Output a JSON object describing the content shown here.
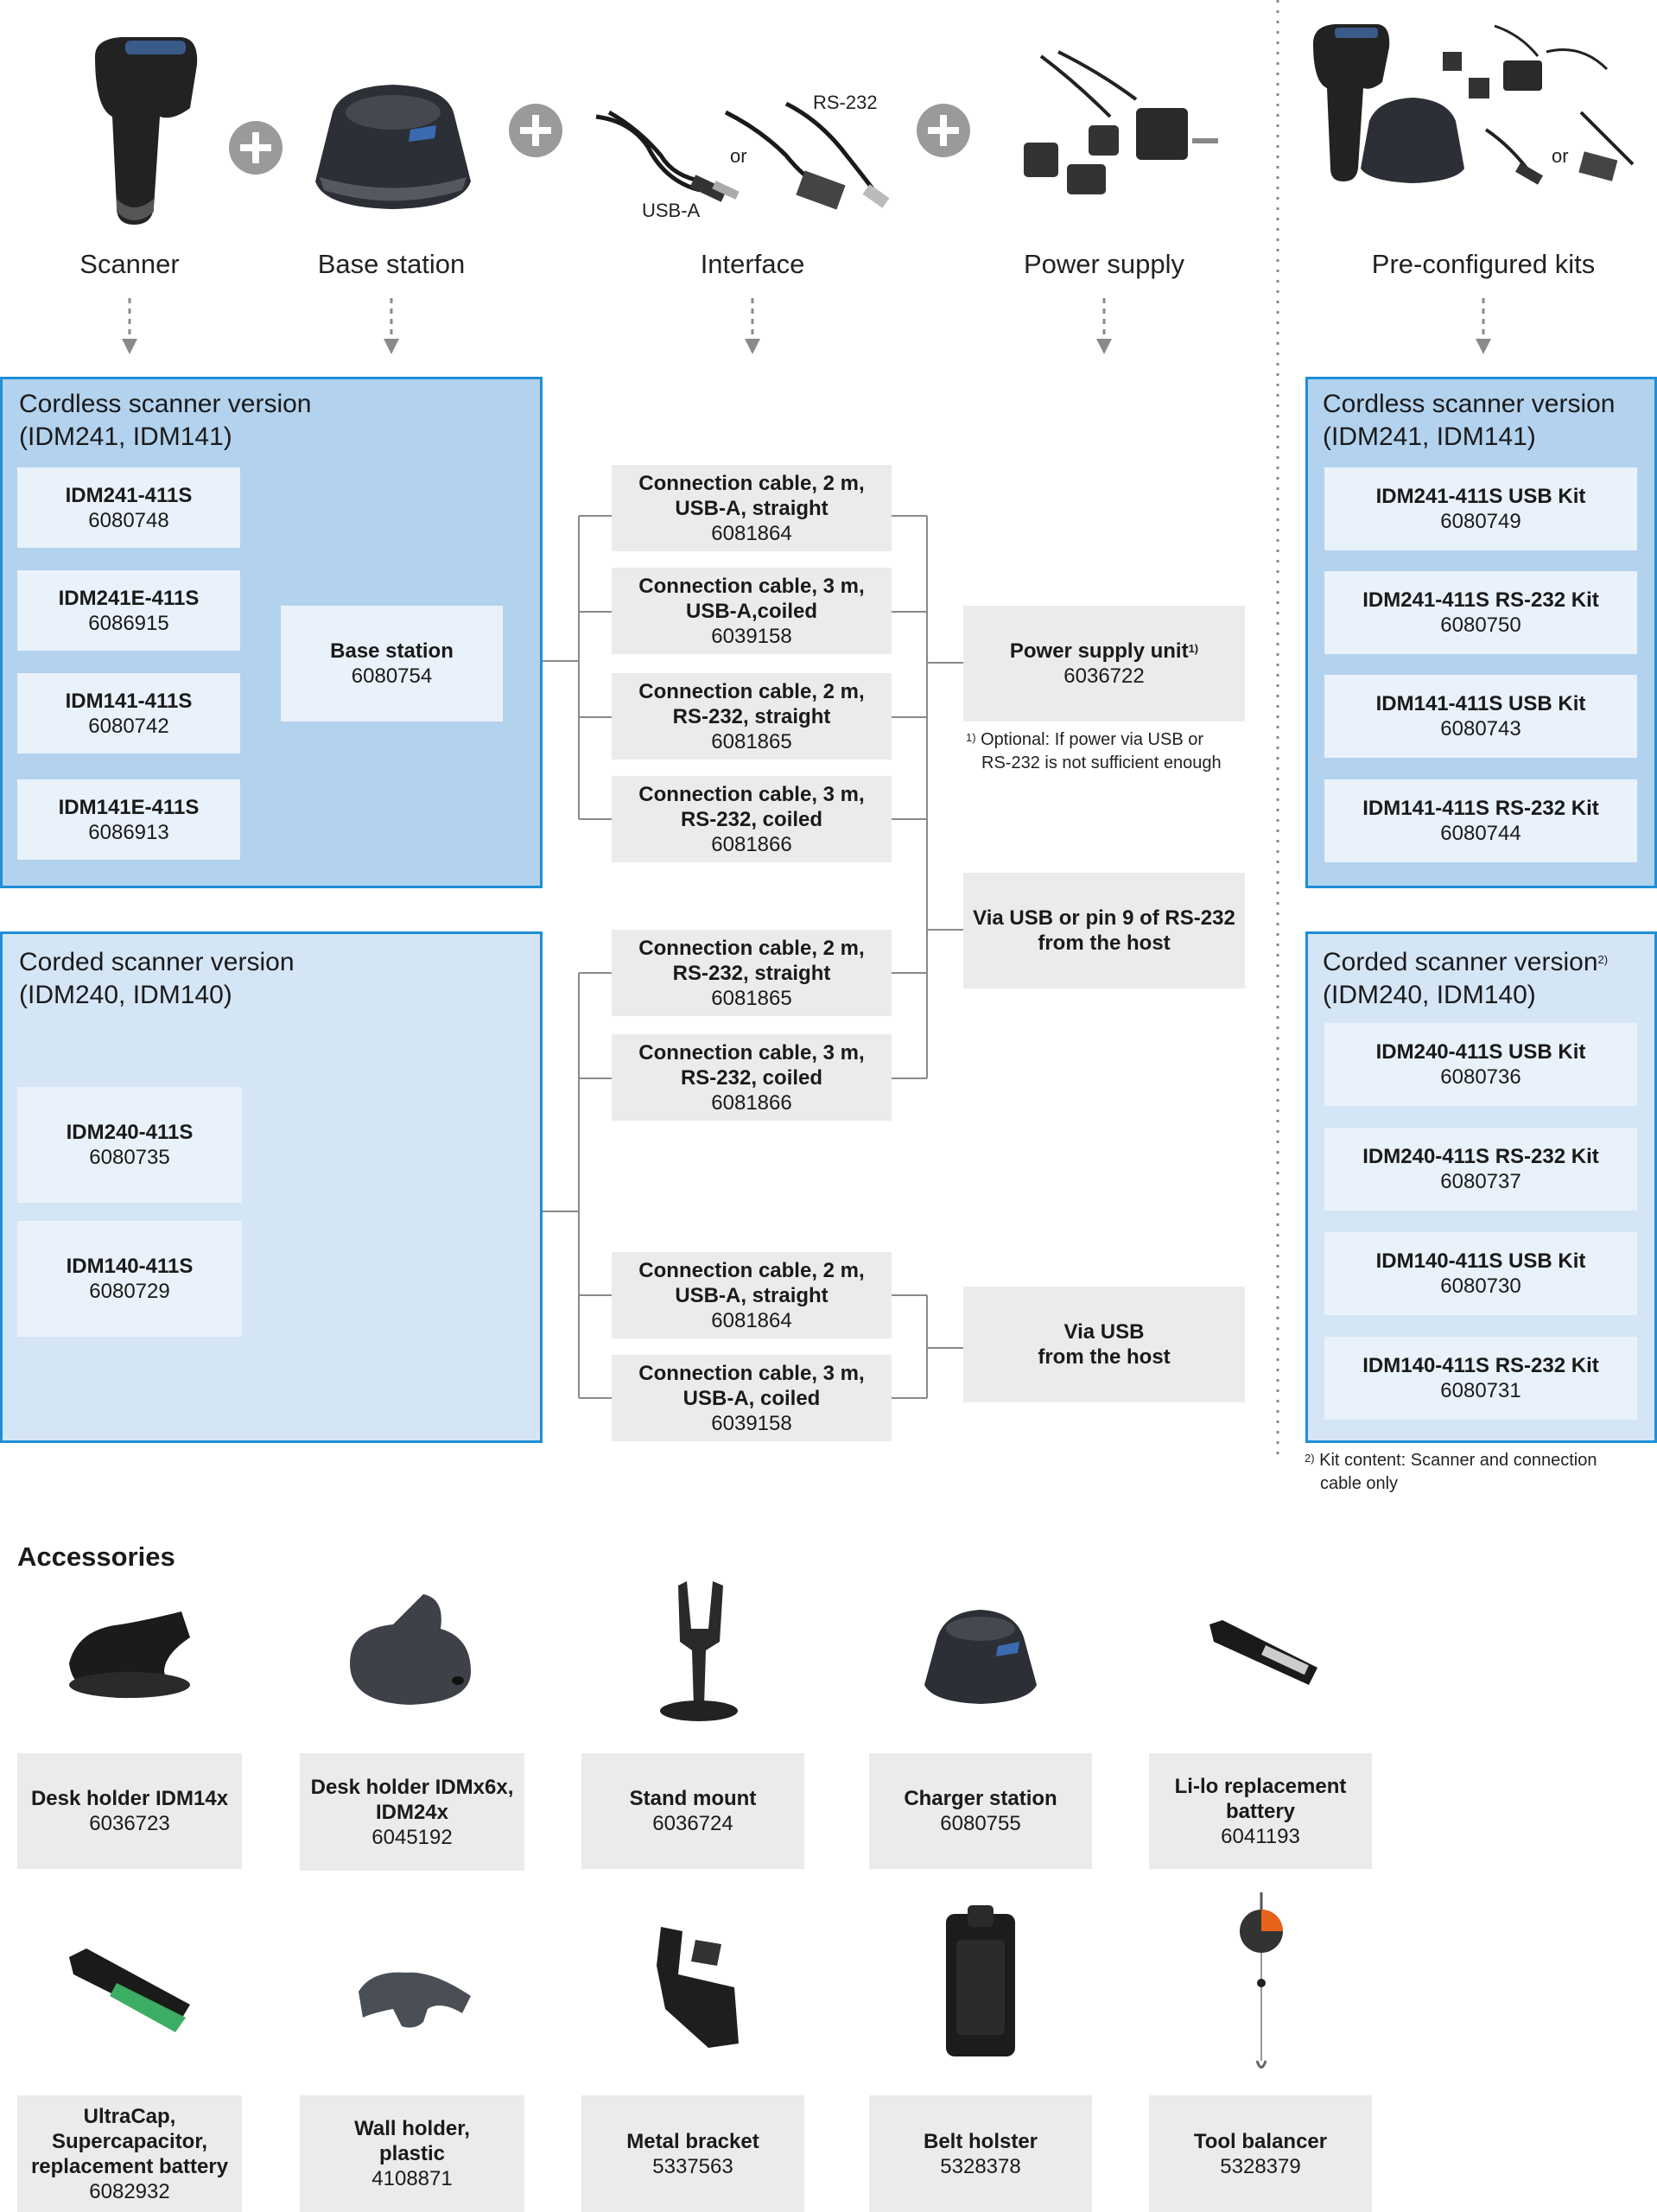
{
  "top_labels": {
    "scanner": "Scanner",
    "base_station": "Base station",
    "interface": "Interface",
    "power_supply": "Power supply",
    "kits": "Pre-configured kits"
  },
  "product_image_text": {
    "or_interface": "or",
    "rs232": "RS-232",
    "usba": "USB-A",
    "or_kits": "or"
  },
  "cordless": {
    "title_line1": "Cordless scanner version",
    "title_line2": "(IDM241, IDM141)",
    "items": [
      {
        "name": "IDM241-411S",
        "number": "6080748"
      },
      {
        "name": "IDM241E-411S",
        "number": "6086915"
      },
      {
        "name": "IDM141-411S",
        "number": "6080742"
      },
      {
        "name": "IDM141E-411S",
        "number": "6086913"
      }
    ],
    "base_station": {
      "name": "Base station",
      "number": "6080754"
    }
  },
  "corded": {
    "title_line1": "Corded scanner version",
    "title_line2": "(IDM240, IDM140)",
    "items": [
      {
        "name": "IDM240-411S",
        "number": "6080735"
      },
      {
        "name": "IDM140-411S",
        "number": "6080729"
      }
    ]
  },
  "cables": [
    {
      "line1": "Connection cable, 2 m,",
      "line2": "USB-A, straight",
      "number": "6081864"
    },
    {
      "line1": "Connection cable, 3 m,",
      "line2": "USB-A,coiled",
      "number": "6039158"
    },
    {
      "line1": "Connection cable, 2 m,",
      "line2": "RS-232, straight",
      "number": "6081865"
    },
    {
      "line1": "Connection cable, 3 m,",
      "line2": "RS-232, coiled",
      "number": "6081866"
    },
    {
      "line1": "Connection cable, 2 m,",
      "line2": "RS-232, straight",
      "number": "6081865"
    },
    {
      "line1": "Connection cable, 3 m,",
      "line2": "RS-232, coiled",
      "number": "6081866"
    },
    {
      "line1": "Connection cable, 2 m,",
      "line2": "USB-A, straight",
      "number": "6081864"
    },
    {
      "line1": "Connection cable, 3 m,",
      "line2": "USB-A, coiled",
      "number": "6039158"
    }
  ],
  "power": {
    "psu_name": "Power supply unit",
    "psu_sup": "1)",
    "psu_number": "6036722",
    "note_marker": "1)",
    "note_line1": "Optional: If power via USB or",
    "note_line2": "RS-232 is not sufficient enough",
    "via_rs232_line1": "Via USB or pin 9 of RS-232",
    "via_rs232_line2": "from the host",
    "via_usb_line1": "Via USB",
    "via_usb_line2": "from the host"
  },
  "kits": {
    "cordless_title_line1": "Cordless scanner version",
    "cordless_title_line2": "(IDM241, IDM141)",
    "cordless_items": [
      {
        "name": "IDM241-411S USB Kit",
        "number": "6080749"
      },
      {
        "name": "IDM241-411S RS-232 Kit",
        "number": "6080750"
      },
      {
        "name": "IDM141-411S USB Kit",
        "number": "6080743"
      },
      {
        "name": "IDM141-411S RS-232 Kit",
        "number": "6080744"
      }
    ],
    "corded_title_line1": "Corded scanner version",
    "corded_title_sup": "2)",
    "corded_title_line2": "(IDM240, IDM140)",
    "corded_items": [
      {
        "name": "IDM240-411S USB Kit",
        "number": "6080736"
      },
      {
        "name": "IDM240-411S RS-232 Kit",
        "number": "6080737"
      },
      {
        "name": "IDM140-411S USB Kit",
        "number": "6080730"
      },
      {
        "name": "IDM140-411S RS-232 Kit",
        "number": "6080731"
      }
    ],
    "note_marker": "2)",
    "note_line1": "Kit content:  Scanner and connection",
    "note_line2": "cable only"
  },
  "accessories": {
    "heading": "Accessories",
    "items": [
      {
        "lines": [
          "Desk holder IDM14x"
        ],
        "number": "6036723"
      },
      {
        "lines": [
          "Desk holder IDMx6x,",
          "IDM24x"
        ],
        "number": "6045192"
      },
      {
        "lines": [
          "Stand mount"
        ],
        "number": "6036724"
      },
      {
        "lines": [
          "Charger station"
        ],
        "number": "6080755"
      },
      {
        "lines": [
          "Li-lo replacement",
          "battery"
        ],
        "number": "6041193"
      },
      {
        "lines": [
          "UltraCap,",
          "Supercapacitor,",
          "replacement battery"
        ],
        "number": "6082932"
      },
      {
        "lines": [
          "Wall holder,",
          "plastic"
        ],
        "number": "4108871"
      },
      {
        "lines": [
          "Metal bracket"
        ],
        "number": "5337563"
      },
      {
        "lines": [
          "Belt holster"
        ],
        "number": "5328378"
      },
      {
        "lines": [
          "Tool balancer"
        ],
        "number": "5328379"
      }
    ]
  },
  "colors": {
    "panel_border": "#1e8fd6",
    "cordless_fill": "#b3d2ee",
    "corded_fill": "#d4e5f6",
    "item_fill": "#e9f1fa",
    "grey_box": "#eaebeb"
  }
}
